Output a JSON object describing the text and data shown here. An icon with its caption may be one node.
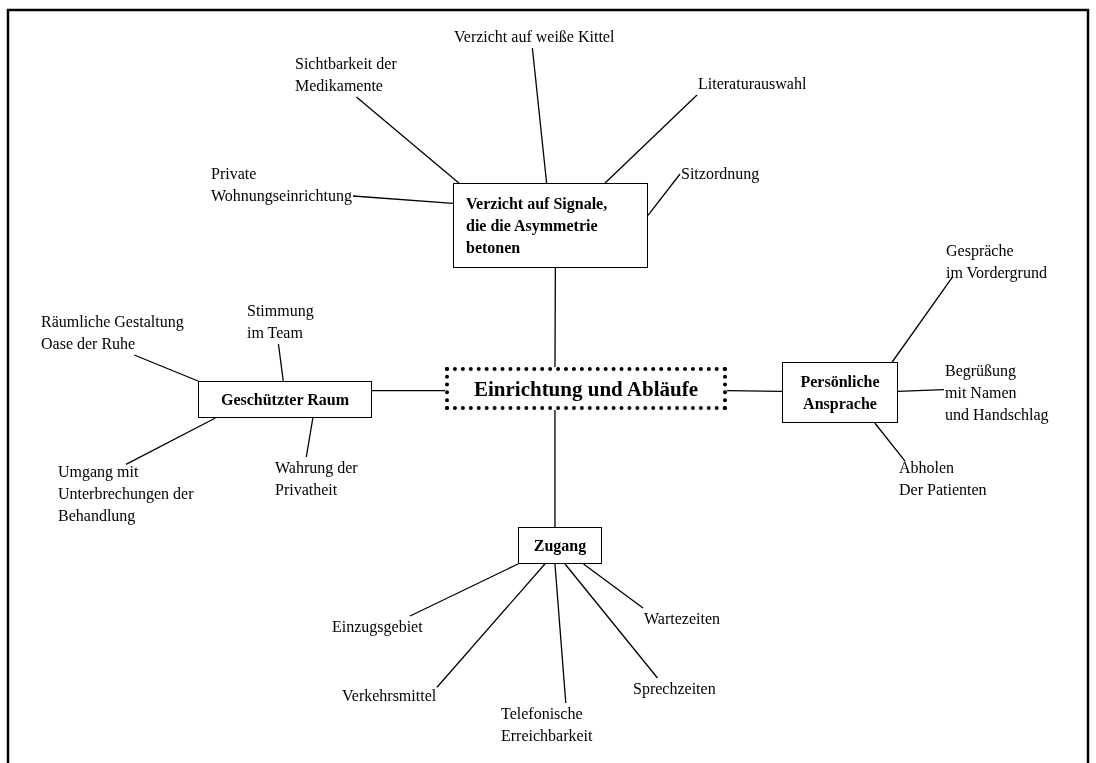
{
  "diagram": {
    "nodes": [
      {
        "text": [
          "Verzicht auf weiße Kittel"
        ]
      },
      {
        "text": [
          "Sichtbarkeit der Medikamente"
        ]
      },
      {
        "text": [
          "Literaturauswahl"
        ]
      },
      {
        "text": [
          "Private Wohnungseinrichtung"
        ]
      },
      {
        "text": [
          "Sitzordnung"
        ]
      },
      {
        "text": [
          "Verzicht auf Signale, die die Asymmetrie betonen"
        ]
      },
      {
        "text": [
          "Gespräche im Vordergrund"
        ]
      },
      {
        "text": [
          "Räumliche Gestaltung Oase der Ruhe"
        ]
      },
      {
        "text": [
          "Stimmung im Team"
        ]
      },
      {
        "text": [
          "Geschützter Raum"
        ]
      },
      {
        "text": [
          "Einrichtung und Abläufe"
        ]
      },
      {
        "text": [
          "Persönliche Ansprache"
        ]
      },
      {
        "text": [
          "Begrüßung mit Namen und Handschlag"
        ]
      },
      {
        "text": [
          "Umgang mit Unterbrechungen der Behandlung"
        ]
      },
      {
        "text": [
          "Wahrung der Privatheit"
        ]
      },
      {
        "text": [
          "Abholen Der Patienten"
        ]
      },
      {
        "text": [
          "Zugang"
        ]
      },
      {
        "text": [
          "Einzugsgebiet"
        ]
      },
      {
        "text": [
          "Wartezeiten"
        ]
      },
      {
        "text": [
          "Verkehrsmittel"
        ]
      },
      {
        "text": [
          "Sprechzeiten"
        ]
      },
      {
        "text": [
          "Telefonische Erreichbarkeit"
        ]
      }
    ],
    "edges": [
      {
        "from": 5,
        "to": 0,
        "arrow": "none"
      },
      {
        "from": 5,
        "to": 1,
        "arrow": "none"
      },
      {
        "from": 5,
        "to": 2,
        "arrow": "none"
      },
      {
        "from": 5,
        "to": 3,
        "arrow": "none"
      },
      {
        "from": 5,
        "to": 4,
        "arrow": "none"
      },
      {
        "from": 10,
        "to": 5,
        "arrow": "none"
      },
      {
        "from": 10,
        "to": 9,
        "arrow": "none"
      },
      {
        "from": 9,
        "to": 7,
        "arrow": "none"
      },
      {
        "from": 9,
        "to": 8,
        "arrow": "none"
      },
      {
        "from": 9,
        "to": 13,
        "arrow": "none"
      },
      {
        "from": 9,
        "to": 14,
        "arrow": "none"
      },
      {
        "from": 10,
        "to": 11,
        "arrow": "none"
      },
      {
        "from": 11,
        "to": 6,
        "arrow": "none"
      },
      {
        "from": 11,
        "to": 12,
        "arrow": "none"
      },
      {
        "from": 11,
        "to": 15,
        "arrow": "none"
      },
      {
        "from": 10,
        "to": 16,
        "arrow": "none"
      },
      {
        "from": 16,
        "to": 17,
        "arrow": "none"
      },
      {
        "from": 16,
        "to": 18,
        "arrow": "none"
      },
      {
        "from": 16,
        "to": 19,
        "arrow": "none"
      },
      {
        "from": 16,
        "to": 20,
        "arrow": "none"
      },
      {
        "from": 16,
        "to": 21,
        "arrow": "none"
      }
    ]
  }
}
